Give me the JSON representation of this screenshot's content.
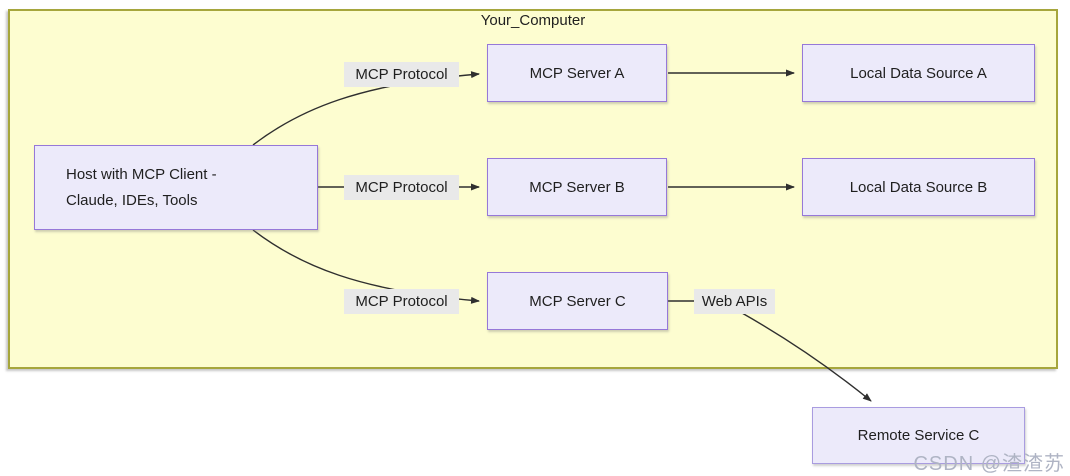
{
  "title": "Your_Computer",
  "nodes": {
    "host": {
      "line1": "Host with MCP Client -",
      "line2": "Claude, IDEs, Tools"
    },
    "server_a": "MCP Server A",
    "server_b": "MCP Server B",
    "server_c": "MCP Server C",
    "local_a": "Local Data Source A",
    "local_b": "Local Data Source B",
    "remote_c": "Remote Service C"
  },
  "edge_labels": {
    "mcp_a": "MCP Protocol",
    "mcp_b": "MCP Protocol",
    "mcp_c": "MCP Protocol",
    "web_apis": "Web APIs"
  },
  "watermark": "CSDN @渣渣苏",
  "colors": {
    "container-fill": "#fdfdd0",
    "container-border": "#a6a63c",
    "node-fill": "#eceafa",
    "node-border": "#9678d8",
    "remote-border": "#a99ce0",
    "label-bg": "#e9e9e9",
    "edge": "#2f2f2f",
    "text": "#1f1f1f",
    "watermark": "#afb4c4"
  }
}
